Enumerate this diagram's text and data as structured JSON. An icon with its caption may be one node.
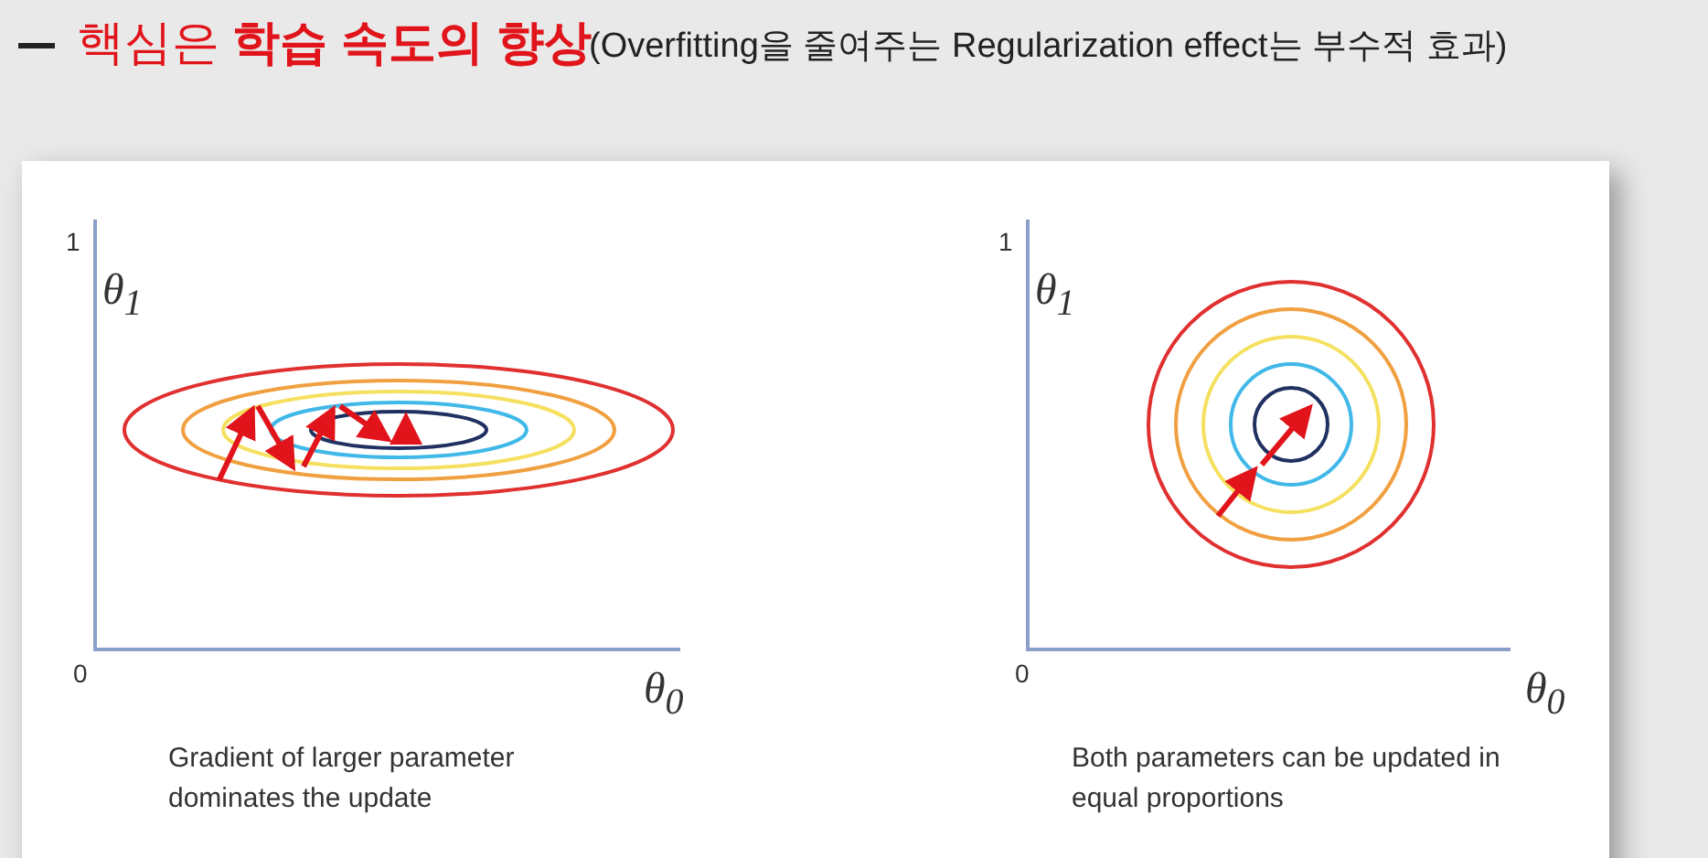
{
  "diagram": {
    "labels": [
      "핵심은 **학습 속도의 향상**",
      "(Overfitting을 줄여주는 Regularization effect는 부수적 효과)",
      "1",
      "θ$_{1}$",
      "0",
      "θ$_{0}$",
      "Gradient of larger parameter dominates the update",
      "1",
      "θ$_{1}$",
      "0",
      "θ$_{0}$",
      "Both parameters can be updated in equal proportions"
    ]
  }
}
